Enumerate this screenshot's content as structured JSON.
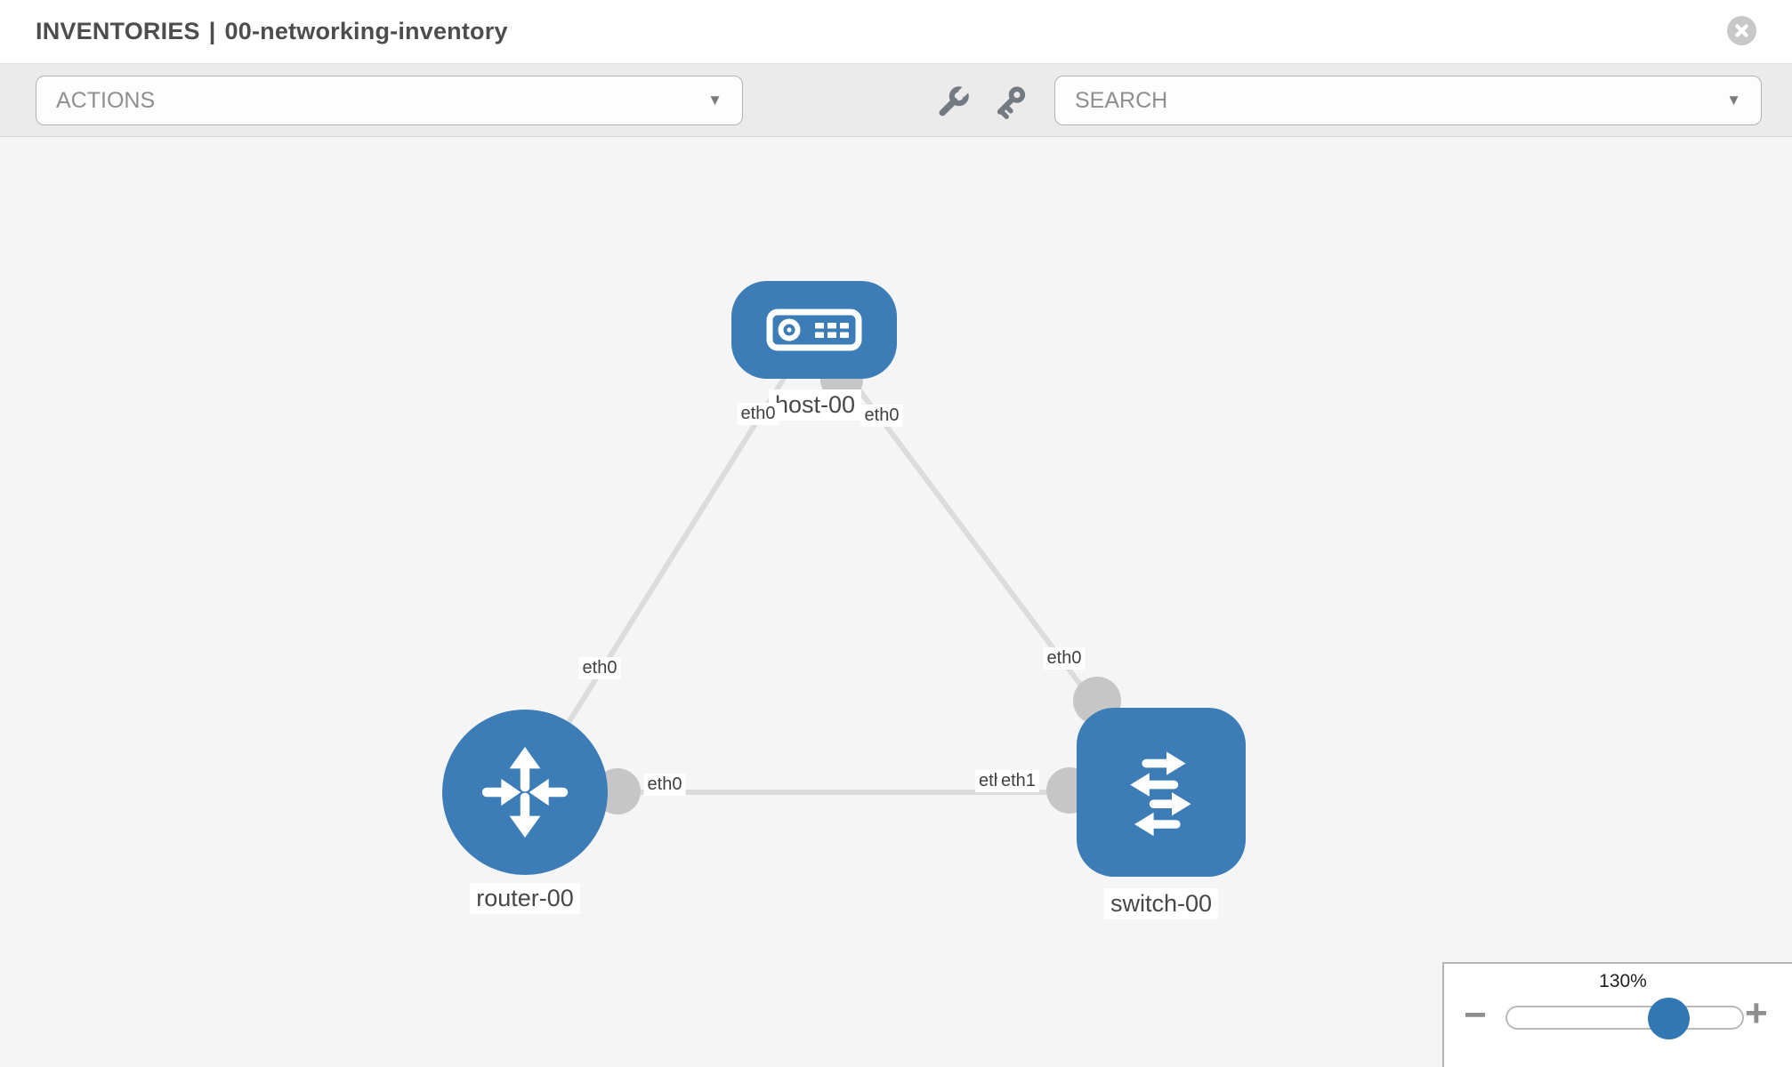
{
  "header": {
    "title_prefix": "INVENTORIES",
    "separator": "|",
    "inventory_name": "00-networking-inventory",
    "close_icon": "x-circle-icon"
  },
  "toolbar": {
    "actions": {
      "label": "ACTIONS",
      "caret": "▼"
    },
    "tools": [
      {
        "icon": "wrench-icon"
      },
      {
        "icon": "key-icon"
      }
    ],
    "search": {
      "label": "SEARCH",
      "caret": "▼"
    }
  },
  "topology": {
    "nodes": [
      {
        "id": "host-00",
        "label": "host-00",
        "type": "host",
        "shape": "rounded-rect",
        "icon": "host-icon"
      },
      {
        "id": "router-00",
        "label": "router-00",
        "type": "router",
        "shape": "circle",
        "icon": "router-icon"
      },
      {
        "id": "switch-00",
        "label": "switch-00",
        "type": "switch",
        "shape": "rounded-square",
        "icon": "switch-icon"
      }
    ],
    "links": [
      {
        "source": "host-00",
        "target": "router-00",
        "source_interface": "eth0",
        "target_interface": "eth0"
      },
      {
        "source": "host-00",
        "target": "switch-00",
        "source_interface": "eth0",
        "target_interface": "eth0"
      },
      {
        "source": "router-00",
        "target": "switch-00",
        "source_interface": "eth0",
        "target_interfaces": [
          "eth0",
          "eth1"
        ]
      }
    ]
  },
  "zoom_control": {
    "value": "130%",
    "percent": 130,
    "minus_glyph": "−",
    "plus_glyph": "+"
  },
  "colors": {
    "node_blue": "#3c7cb7",
    "link_gray": "#dcdcdc",
    "endpoint_gray": "#c6c6c6",
    "canvas_bg": "#f5f5f6",
    "toolbar_bg": "#ebebeb",
    "knob_blue": "#3077b4",
    "title_text": "#4d4d4d"
  }
}
